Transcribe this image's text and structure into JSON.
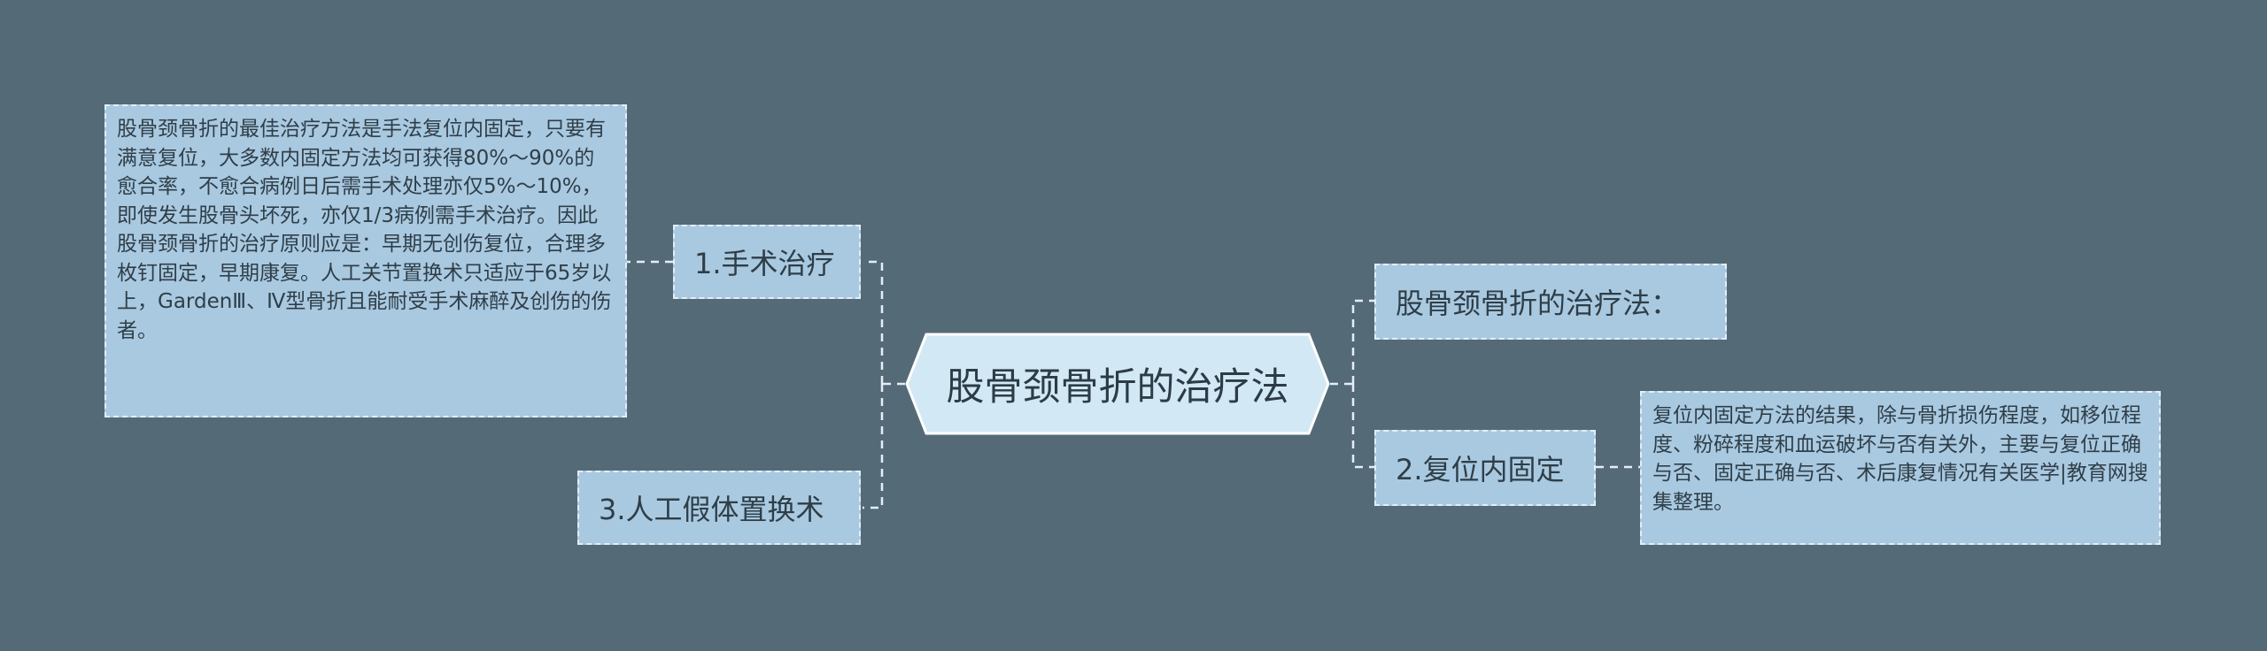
{
  "center": {
    "label": "股骨颈骨折的治疗法"
  },
  "left": [
    {
      "label": "1.手术治疗",
      "detail": "股骨颈骨折的最佳治疗方法是手法复位内固定，只要有满意复位，大多数内固定方法均可获得80%～90%的愈合率，不愈合病例日后需手术处理亦仅5%～10%，即使发生股骨头坏死，亦仅1/3病例需手术治疗。因此股骨颈骨折的治疗原则应是：早期无创伤复位，合理多枚钉固定，早期康复。人工关节置换术只适应于65岁以上，GardenⅢ、Ⅳ型骨折且能耐受手术麻醉及创伤的伤者。"
    },
    {
      "label": "3.人工假体置换术"
    }
  ],
  "right": [
    {
      "label": "股骨颈骨折的治疗法："
    },
    {
      "label": "2.复位内固定",
      "detail": "复位内固定方法的结果，除与骨折损伤程度，如移位程度、粉碎程度和血运破坏与否有关外，主要与复位正确与否、固定正确与否、术后康复情况有关医学|教育网搜集整理。"
    }
  ],
  "colors": {
    "background": "#546a77",
    "node_fill": "#a9c9e1",
    "center_fill": "#d3e8f5",
    "connector": "#e4eef6",
    "text": "#2f3e47"
  }
}
